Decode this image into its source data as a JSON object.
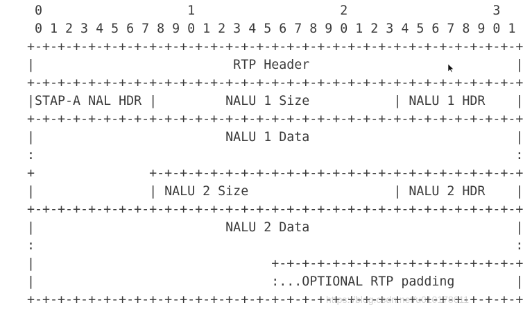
{
  "diagram": {
    "lines": [
      "    0                   1                   2                   3",
      "    0 1 2 3 4 5 6 7 8 9 0 1 2 3 4 5 6 7 8 9 0 1 2 3 4 5 6 7 8 9 0 1",
      "   +-+-+-+-+-+-+-+-+-+-+-+-+-+-+-+-+-+-+-+-+-+-+-+-+-+-+-+-+-+-+-+-+",
      "   |                          RTP Header                           |",
      "   +-+-+-+-+-+-+-+-+-+-+-+-+-+-+-+-+-+-+-+-+-+-+-+-+-+-+-+-+-+-+-+-+",
      "   |STAP-A NAL HDR |         NALU 1 Size           | NALU 1 HDR    |",
      "   +-+-+-+-+-+-+-+-+-+-+-+-+-+-+-+-+-+-+-+-+-+-+-+-+-+-+-+-+-+-+-+-+",
      "   |                         NALU 1 Data                           |",
      "   :                                                               :",
      "   +               +-+-+-+-+-+-+-+-+-+-+-+-+-+-+-+-+-+-+-+-+-+-+-+-+",
      "   |               | NALU 2 Size                   | NALU 2 HDR    |",
      "   +-+-+-+-+-+-+-+-+-+-+-+-+-+-+-+-+-+-+-+-+-+-+-+-+-+-+-+-+-+-+-+-+",
      "   |                         NALU 2 Data                           |",
      "   :                                                               :",
      "   |                               +-+-+-+-+-+-+-+-+-+-+-+-+-+-+-+-+",
      "   |                               :...OPTIONAL RTP padding        |",
      "   +-+-+-+-+-+-+-+-+-+-+-+-+-+-+-+-+-+-+-+-+-+-+-+-+-+-+-+-+-+-+-+-+"
    ],
    "watermark": "https://blog.csdn.net/u010178611"
  }
}
